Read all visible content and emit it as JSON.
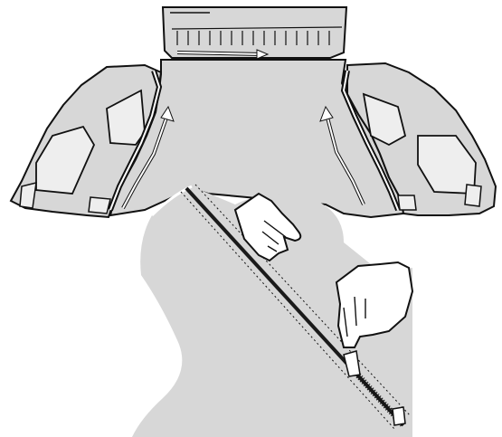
{
  "figure": {
    "panels": [
      {
        "id": "floor-carpet-overview",
        "parts": [
          "rear-kick-panel",
          "center-floor-section",
          "left-side-panel",
          "right-side-panel"
        ]
      },
      {
        "id": "zipper-detail-inset",
        "parts": [
          "left-hand",
          "right-hand",
          "zipper-seam",
          "zipper-pull"
        ]
      }
    ],
    "arrows": [
      {
        "id": "arrow-rear",
        "direction": "right"
      },
      {
        "id": "arrow-left",
        "direction": "up"
      },
      {
        "id": "arrow-right",
        "direction": "up"
      }
    ],
    "colors": {
      "carpet": "#d7d7d7",
      "outline": "#111111",
      "background": "#ffffff",
      "seam": "#1a1a1a"
    }
  }
}
